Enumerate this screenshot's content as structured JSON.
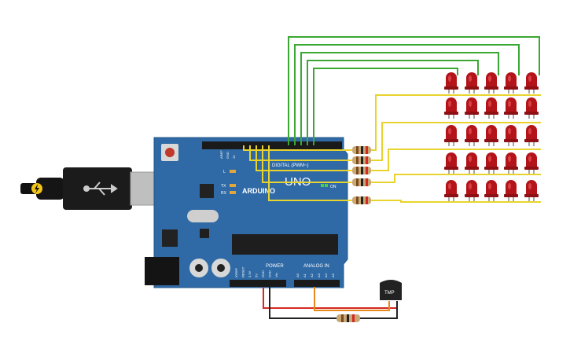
{
  "board": {
    "brand": "ARDUINO",
    "model": "UNO",
    "digital_header": "DIGITAL (PWM~)",
    "power_header": "POWER",
    "analog_header": "ANALOG IN",
    "label_aref": "AREF",
    "label_gnd": "GND",
    "label_13": "13",
    "label_l": "L",
    "label_tx": "TX",
    "label_rx": "RX",
    "label_on": "ON",
    "power_pins": [
      "IOREF",
      "RESET",
      "3.3V",
      "5V",
      "GND",
      "GND",
      "Vin"
    ],
    "analog_pins": [
      "A0",
      "A1",
      "A2",
      "A3",
      "A4",
      "A5"
    ]
  },
  "sensor": {
    "label": "TMP"
  },
  "colors": {
    "board": "#2f6aa6",
    "led": "#b3141a",
    "wire_green": "#3aa832",
    "wire_yellow": "#e8d32e",
    "wire_red": "#d42a20",
    "wire_black": "#222222",
    "wire_orange": "#e8891e"
  },
  "led_matrix": {
    "rows": 5,
    "cols": 5
  }
}
